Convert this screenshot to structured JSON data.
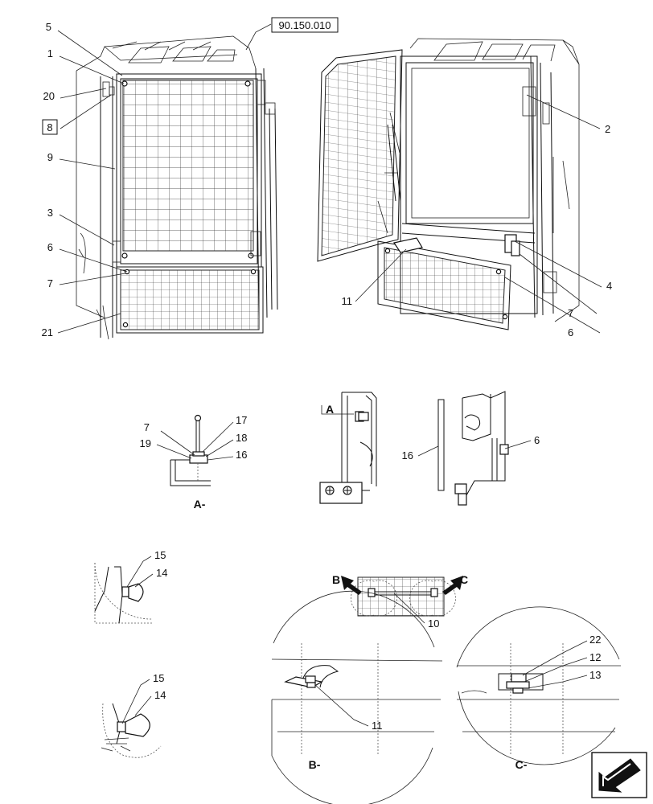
{
  "reference_box": "90.150.010",
  "boxed_label": "8",
  "callouts": {
    "c5": "5",
    "c1": "1",
    "c20": "20",
    "c9": "9",
    "c3": "3",
    "c6a": "6",
    "c7a": "7",
    "c21": "21",
    "c2": "2",
    "c4": "4",
    "c7b": "7",
    "c6b": "6",
    "c11a": "11",
    "c7c": "7",
    "c19": "19",
    "c17": "17",
    "c18": "18",
    "c16a": "16",
    "c16b": "16",
    "c6c": "6",
    "c15a": "15",
    "c14a": "14",
    "c15b": "15",
    "c14b": "14",
    "c10": "10",
    "c11b": "11",
    "c22": "22",
    "c12": "12",
    "c13": "13"
  },
  "view_markers": {
    "a_arrow": "A",
    "b_arrow": "B",
    "c_arrow": "C"
  },
  "section_labels": {
    "a": "A-",
    "b": "B-",
    "c": "C-"
  },
  "icons": {
    "nav_arrow": "next-page-arrow-icon"
  }
}
